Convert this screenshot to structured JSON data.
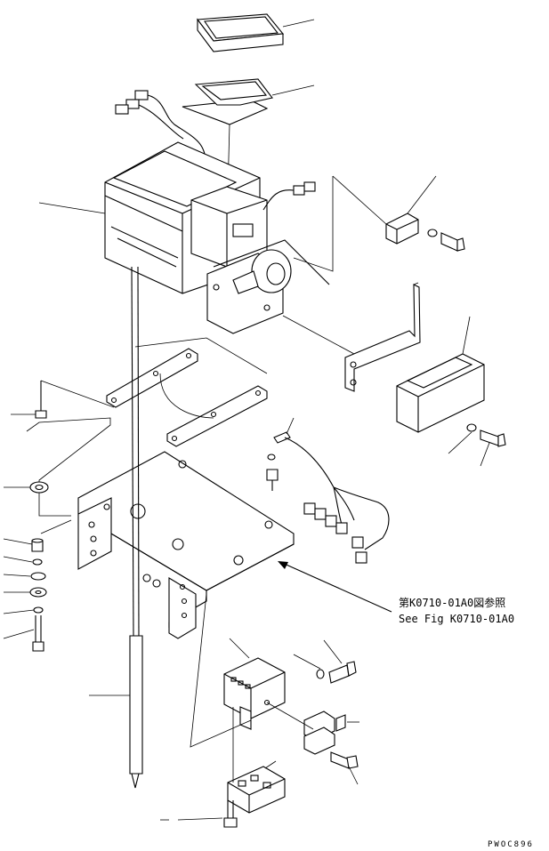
{
  "reference": {
    "line1": "第K0710-01A0図参照",
    "line2": "See Fig K0710-01A0"
  },
  "drawing_code": "PWOC896"
}
